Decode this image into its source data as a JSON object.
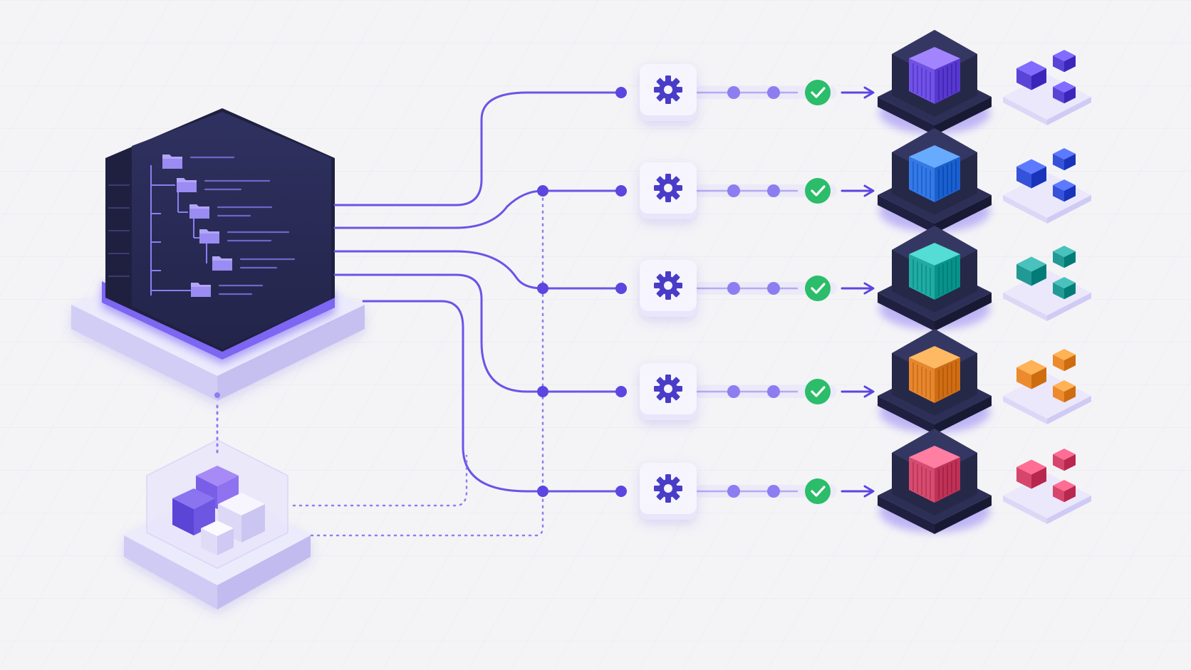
{
  "palette": {
    "accent": "#6a55e6",
    "accent_light": "#b9b0f5",
    "dark_block": "#262848",
    "dark_block_top": "#353763",
    "platform": "#e6e3fb",
    "success": "#2bbd6a"
  },
  "source_repository": {
    "icon": "folder-tree-icon",
    "folder_count": 6
  },
  "package_registry": {
    "icon": "stacked-cubes-icon"
  },
  "pipelines": [
    {
      "id": "pipeline-1",
      "stage_icon": "gear-icon",
      "status_icon": "check-circle-icon",
      "status": "success",
      "container_color": "#7a5cf0",
      "module_color": "#5a44d8"
    },
    {
      "id": "pipeline-2",
      "stage_icon": "gear-icon",
      "status_icon": "check-circle-icon",
      "status": "success",
      "container_color": "#3f83f0",
      "module_color": "#3552d8"
    },
    {
      "id": "pipeline-3",
      "stage_icon": "gear-icon",
      "status_icon": "check-circle-icon",
      "status": "success",
      "container_color": "#2bb5ad",
      "module_color": "#219a95"
    },
    {
      "id": "pipeline-4",
      "stage_icon": "gear-icon",
      "status_icon": "check-circle-icon",
      "status": "success",
      "container_color": "#f0913a",
      "module_color": "#ec8a2e"
    },
    {
      "id": "pipeline-5",
      "stage_icon": "gear-icon",
      "status_icon": "check-circle-icon",
      "status": "success",
      "container_color": "#e0567a",
      "module_color": "#d6456c"
    }
  ]
}
